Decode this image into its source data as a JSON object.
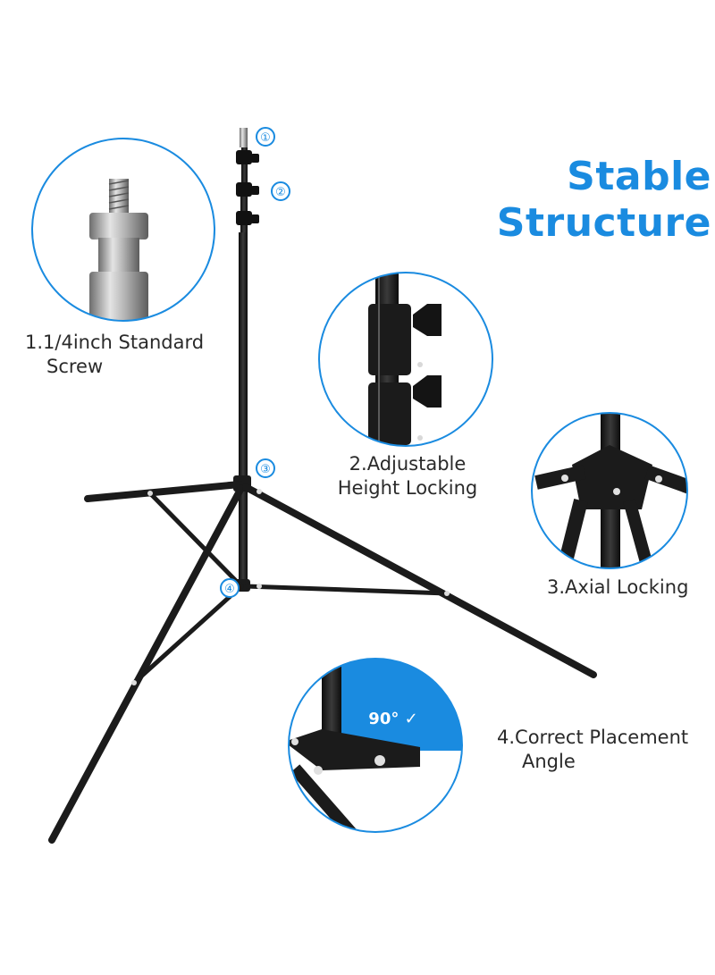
{
  "headline": {
    "line1": "Stable",
    "line2": "Structure"
  },
  "features": [
    {
      "number": "①",
      "caption_line1": "1.1/4inch Standard",
      "caption_line2": "Screw"
    },
    {
      "number": "②",
      "caption_line1": "2.Adjustable",
      "caption_line2": "Height Locking"
    },
    {
      "number": "③",
      "caption_line1": "3.Axial Locking",
      "caption_line2": ""
    },
    {
      "number": "④",
      "caption_line1": "4.Correct Placement",
      "caption_line2": "Angle"
    }
  ],
  "angle_badge": "90° ✓",
  "colors": {
    "accent": "#1a8be0",
    "stand": "#1b1b1b",
    "text": "#2a2a2a"
  },
  "icons": [
    "screw-icon",
    "height-lock-icon",
    "axial-lock-icon",
    "right-angle-icon",
    "check-icon"
  ]
}
